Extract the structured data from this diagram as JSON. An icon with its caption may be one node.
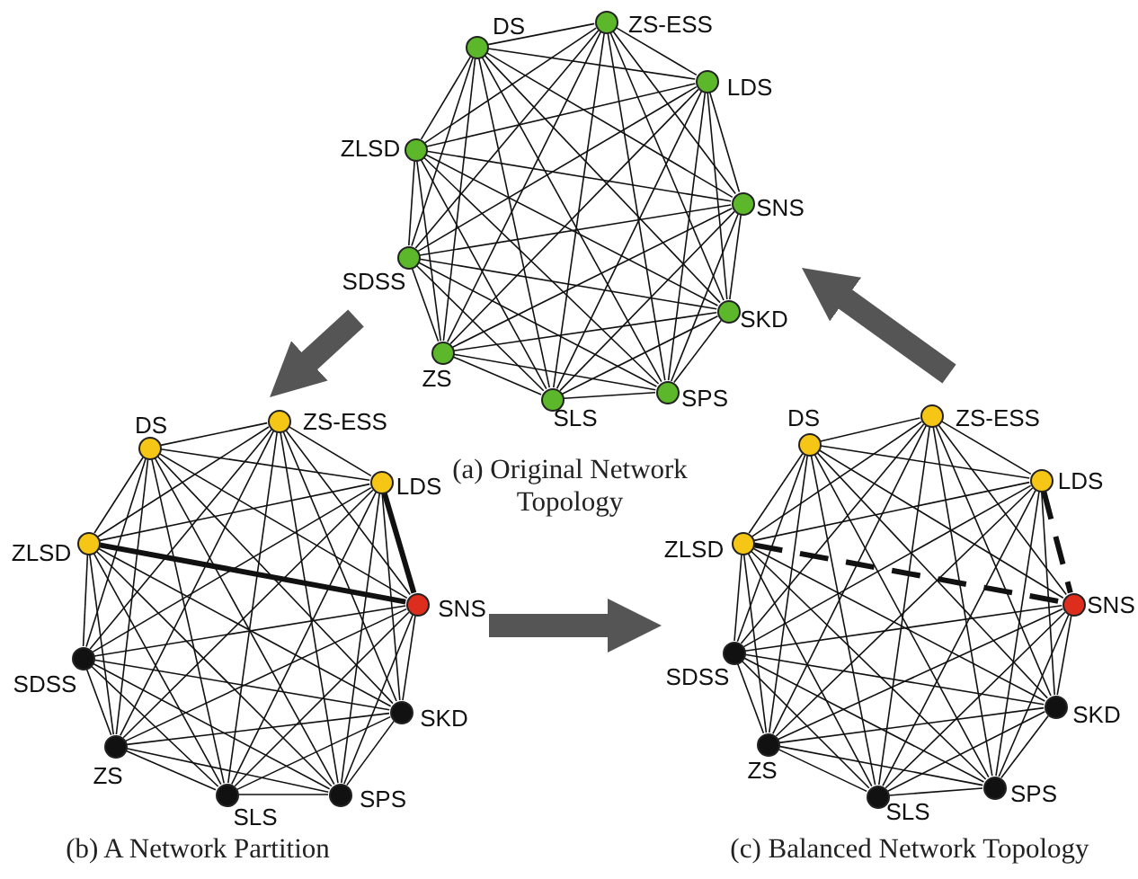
{
  "diagram": {
    "nodes": [
      {
        "text": [
          "(a) Original Network Topology"
        ]
      },
      {
        "text": [],
        "shape": "circle",
        "beside": [
          "DS"
        ],
        "in": 0
      },
      {
        "text": [],
        "shape": "circle",
        "beside": [
          "ZS-ESS"
        ],
        "in": 0
      },
      {
        "text": [],
        "shape": "circle",
        "beside": [
          "LDS"
        ],
        "in": 0
      },
      {
        "text": [],
        "shape": "circle",
        "beside": [
          "ZLSD"
        ],
        "in": 0
      },
      {
        "text": [],
        "shape": "circle",
        "beside": [
          "SNS"
        ],
        "in": 0
      },
      {
        "text": [],
        "shape": "circle",
        "beside": [
          "SDSS"
        ],
        "in": 0
      },
      {
        "text": [],
        "shape": "circle",
        "beside": [
          "SKD"
        ],
        "in": 0
      },
      {
        "text": [],
        "shape": "circle",
        "beside": [
          "ZS"
        ],
        "in": 0
      },
      {
        "text": [],
        "shape": "circle",
        "beside": [
          "SLS"
        ],
        "in": 0
      },
      {
        "text": [],
        "shape": "circle",
        "beside": [
          "SPS"
        ],
        "in": 0
      },
      {
        "text": [
          "(b) A Network Partition"
        ]
      },
      {
        "text": [],
        "shape": "circle",
        "beside": [
          "DS"
        ],
        "in": 11
      },
      {
        "text": [],
        "shape": "circle",
        "beside": [
          "ZS-ESS"
        ],
        "in": 11
      },
      {
        "text": [],
        "shape": "circle",
        "beside": [
          "LDS"
        ],
        "in": 11
      },
      {
        "text": [],
        "shape": "circle",
        "beside": [
          "ZLSD"
        ],
        "in": 11
      },
      {
        "text": [],
        "shape": "circle",
        "beside": [
          "SNS"
        ],
        "in": 11
      },
      {
        "text": [],
        "shape": "circle",
        "beside": [
          "SDSS"
        ],
        "in": 11
      },
      {
        "text": [],
        "shape": "circle",
        "beside": [
          "SKD"
        ],
        "in": 11
      },
      {
        "text": [],
        "shape": "circle",
        "beside": [
          "ZS"
        ],
        "in": 11
      },
      {
        "text": [],
        "shape": "circle",
        "beside": [
          "SLS"
        ],
        "in": 11
      },
      {
        "text": [],
        "shape": "circle",
        "beside": [
          "SPS"
        ],
        "in": 11
      },
      {
        "text": [
          "(c) Balanced Network Topology"
        ]
      },
      {
        "text": [],
        "shape": "circle",
        "beside": [
          "DS"
        ],
        "in": 22
      },
      {
        "text": [],
        "shape": "circle",
        "beside": [
          "ZS-ESS"
        ],
        "in": 22
      },
      {
        "text": [],
        "shape": "circle",
        "beside": [
          "LDS"
        ],
        "in": 22
      },
      {
        "text": [],
        "shape": "circle",
        "beside": [
          "ZLSD"
        ],
        "in": 22
      },
      {
        "text": [],
        "shape": "circle",
        "beside": [
          "SNS"
        ],
        "in": 22
      },
      {
        "text": [],
        "shape": "circle",
        "beside": [
          "SDSS"
        ],
        "in": 22
      },
      {
        "text": [],
        "shape": "circle",
        "beside": [
          "SKD"
        ],
        "in": 22
      },
      {
        "text": [],
        "shape": "circle",
        "beside": [
          "ZS"
        ],
        "in": 22
      },
      {
        "text": [],
        "shape": "circle",
        "beside": [
          "SLS"
        ],
        "in": 22
      },
      {
        "text": [],
        "shape": "circle",
        "beside": [
          "SPS"
        ],
        "in": 22
      }
    ],
    "edges": [
      {
        "from": 1,
        "to": 2,
        "arrow": "none"
      },
      {
        "from": 1,
        "to": 3,
        "arrow": "none"
      },
      {
        "from": 1,
        "to": 4,
        "arrow": "none"
      },
      {
        "from": 1,
        "to": 5,
        "arrow": "none"
      },
      {
        "from": 1,
        "to": 6,
        "arrow": "none"
      },
      {
        "from": 1,
        "to": 7,
        "arrow": "none"
      },
      {
        "from": 1,
        "to": 8,
        "arrow": "none"
      },
      {
        "from": 1,
        "to": 9,
        "arrow": "none"
      },
      {
        "from": 1,
        "to": 10,
        "arrow": "none"
      },
      {
        "from": 2,
        "to": 3,
        "arrow": "none"
      },
      {
        "from": 2,
        "to": 4,
        "arrow": "none"
      },
      {
        "from": 2,
        "to": 5,
        "arrow": "none"
      },
      {
        "from": 2,
        "to": 6,
        "arrow": "none"
      },
      {
        "from": 2,
        "to": 7,
        "arrow": "none"
      },
      {
        "from": 2,
        "to": 8,
        "arrow": "none"
      },
      {
        "from": 2,
        "to": 9,
        "arrow": "none"
      },
      {
        "from": 2,
        "to": 10,
        "arrow": "none"
      },
      {
        "from": 3,
        "to": 4,
        "arrow": "none"
      },
      {
        "from": 3,
        "to": 5,
        "arrow": "none"
      },
      {
        "from": 3,
        "to": 6,
        "arrow": "none"
      },
      {
        "from": 3,
        "to": 7,
        "arrow": "none"
      },
      {
        "from": 3,
        "to": 8,
        "arrow": "none"
      },
      {
        "from": 3,
        "to": 9,
        "arrow": "none"
      },
      {
        "from": 3,
        "to": 10,
        "arrow": "none"
      },
      {
        "from": 4,
        "to": 5,
        "arrow": "none"
      },
      {
        "from": 4,
        "to": 6,
        "arrow": "none"
      },
      {
        "from": 4,
        "to": 7,
        "arrow": "none"
      },
      {
        "from": 4,
        "to": 8,
        "arrow": "none"
      },
      {
        "from": 4,
        "to": 9,
        "arrow": "none"
      },
      {
        "from": 4,
        "to": 10,
        "arrow": "none"
      },
      {
        "from": 5,
        "to": 6,
        "arrow": "none"
      },
      {
        "from": 5,
        "to": 7,
        "arrow": "none"
      },
      {
        "from": 5,
        "to": 8,
        "arrow": "none"
      },
      {
        "from": 5,
        "to": 9,
        "arrow": "none"
      },
      {
        "from": 5,
        "to": 10,
        "arrow": "none"
      },
      {
        "from": 6,
        "to": 7,
        "arrow": "none"
      },
      {
        "from": 6,
        "to": 8,
        "arrow": "none"
      },
      {
        "from": 6,
        "to": 9,
        "arrow": "none"
      },
      {
        "from": 6,
        "to": 10,
        "arrow": "none"
      },
      {
        "from": 7,
        "to": 8,
        "arrow": "none"
      },
      {
        "from": 7,
        "to": 9,
        "arrow": "none"
      },
      {
        "from": 7,
        "to": 10,
        "arrow": "none"
      },
      {
        "from": 8,
        "to": 9,
        "arrow": "none"
      },
      {
        "from": 8,
        "to": 10,
        "arrow": "none"
      },
      {
        "from": 9,
        "to": 10,
        "arrow": "none"
      },
      {
        "from": 12,
        "to": 13,
        "arrow": "none"
      },
      {
        "from": 12,
        "to": 14,
        "arrow": "none"
      },
      {
        "from": 12,
        "to": 15,
        "arrow": "none"
      },
      {
        "from": 12,
        "to": 16,
        "arrow": "none"
      },
      {
        "from": 12,
        "to": 17,
        "arrow": "none"
      },
      {
        "from": 12,
        "to": 18,
        "arrow": "none"
      },
      {
        "from": 12,
        "to": 19,
        "arrow": "none"
      },
      {
        "from": 12,
        "to": 20,
        "arrow": "none"
      },
      {
        "from": 12,
        "to": 21,
        "arrow": "none"
      },
      {
        "from": 13,
        "to": 14,
        "arrow": "none"
      },
      {
        "from": 13,
        "to": 15,
        "arrow": "none"
      },
      {
        "from": 13,
        "to": 16,
        "arrow": "none"
      },
      {
        "from": 13,
        "to": 17,
        "arrow": "none"
      },
      {
        "from": 13,
        "to": 18,
        "arrow": "none"
      },
      {
        "from": 13,
        "to": 19,
        "arrow": "none"
      },
      {
        "from": 13,
        "to": 20,
        "arrow": "none"
      },
      {
        "from": 13,
        "to": 21,
        "arrow": "none"
      },
      {
        "from": 14,
        "to": 15,
        "arrow": "none"
      },
      {
        "from": 14,
        "to": 16,
        "arrow": "none",
        "style": "thick"
      },
      {
        "from": 14,
        "to": 17,
        "arrow": "none"
      },
      {
        "from": 14,
        "to": 18,
        "arrow": "none"
      },
      {
        "from": 14,
        "to": 19,
        "arrow": "none"
      },
      {
        "from": 14,
        "to": 20,
        "arrow": "none"
      },
      {
        "from": 14,
        "to": 21,
        "arrow": "none"
      },
      {
        "from": 15,
        "to": 16,
        "arrow": "none",
        "style": "thick"
      },
      {
        "from": 15,
        "to": 17,
        "arrow": "none"
      },
      {
        "from": 15,
        "to": 18,
        "arrow": "none"
      },
      {
        "from": 15,
        "to": 19,
        "arrow": "none"
      },
      {
        "from": 15,
        "to": 20,
        "arrow": "none"
      },
      {
        "from": 15,
        "to": 21,
        "arrow": "none"
      },
      {
        "from": 16,
        "to": 17,
        "arrow": "none"
      },
      {
        "from": 16,
        "to": 18,
        "arrow": "none"
      },
      {
        "from": 16,
        "to": 19,
        "arrow": "none"
      },
      {
        "from": 16,
        "to": 20,
        "arrow": "none"
      },
      {
        "from": 16,
        "to": 21,
        "arrow": "none"
      },
      {
        "from": 17,
        "to": 18,
        "arrow": "none"
      },
      {
        "from": 17,
        "to": 19,
        "arrow": "none"
      },
      {
        "from": 17,
        "to": 20,
        "arrow": "none"
      },
      {
        "from": 17,
        "to": 21,
        "arrow": "none"
      },
      {
        "from": 18,
        "to": 19,
        "arrow": "none"
      },
      {
        "from": 18,
        "to": 20,
        "arrow": "none"
      },
      {
        "from": 18,
        "to": 21,
        "arrow": "none"
      },
      {
        "from": 19,
        "to": 20,
        "arrow": "none"
      },
      {
        "from": 19,
        "to": 21,
        "arrow": "none"
      },
      {
        "from": 20,
        "to": 21,
        "arrow": "none"
      },
      {
        "from": 23,
        "to": 24,
        "arrow": "none"
      },
      {
        "from": 23,
        "to": 25,
        "arrow": "none"
      },
      {
        "from": 23,
        "to": 26,
        "arrow": "none"
      },
      {
        "from": 23,
        "to": 27,
        "arrow": "none"
      },
      {
        "from": 23,
        "to": 28,
        "arrow": "none"
      },
      {
        "from": 23,
        "to": 29,
        "arrow": "none"
      },
      {
        "from": 23,
        "to": 30,
        "arrow": "none"
      },
      {
        "from": 23,
        "to": 31,
        "arrow": "none"
      },
      {
        "from": 23,
        "to": 32,
        "arrow": "none"
      },
      {
        "from": 24,
        "to": 25,
        "arrow": "none"
      },
      {
        "from": 24,
        "to": 26,
        "arrow": "none"
      },
      {
        "from": 24,
        "to": 27,
        "arrow": "none"
      },
      {
        "from": 24,
        "to": 28,
        "arrow": "none"
      },
      {
        "from": 24,
        "to": 29,
        "arrow": "none"
      },
      {
        "from": 24,
        "to": 30,
        "arrow": "none"
      },
      {
        "from": 24,
        "to": 31,
        "arrow": "none"
      },
      {
        "from": 24,
        "to": 32,
        "arrow": "none"
      },
      {
        "from": 25,
        "to": 26,
        "arrow": "none"
      },
      {
        "from": 25,
        "to": 27,
        "arrow": "none",
        "style": "dashed"
      },
      {
        "from": 25,
        "to": 28,
        "arrow": "none"
      },
      {
        "from": 25,
        "to": 29,
        "arrow": "none"
      },
      {
        "from": 25,
        "to": 30,
        "arrow": "none"
      },
      {
        "from": 25,
        "to": 31,
        "arrow": "none"
      },
      {
        "from": 25,
        "to": 32,
        "arrow": "none"
      },
      {
        "from": 26,
        "to": 27,
        "arrow": "none",
        "style": "dashed"
      },
      {
        "from": 26,
        "to": 28,
        "arrow": "none"
      },
      {
        "from": 26,
        "to": 29,
        "arrow": "none"
      },
      {
        "from": 26,
        "to": 30,
        "arrow": "none"
      },
      {
        "from": 26,
        "to": 31,
        "arrow": "none"
      },
      {
        "from": 26,
        "to": 32,
        "arrow": "none"
      },
      {
        "from": 27,
        "to": 28,
        "arrow": "none"
      },
      {
        "from": 27,
        "to": 29,
        "arrow": "none"
      },
      {
        "from": 27,
        "to": 30,
        "arrow": "none"
      },
      {
        "from": 27,
        "to": 31,
        "arrow": "none"
      },
      {
        "from": 27,
        "to": 32,
        "arrow": "none"
      },
      {
        "from": 28,
        "to": 29,
        "arrow": "none"
      },
      {
        "from": 28,
        "to": 30,
        "arrow": "none"
      },
      {
        "from": 28,
        "to": 31,
        "arrow": "none"
      },
      {
        "from": 28,
        "to": 32,
        "arrow": "none"
      },
      {
        "from": 29,
        "to": 30,
        "arrow": "none"
      },
      {
        "from": 29,
        "to": 31,
        "arrow": "none"
      },
      {
        "from": 29,
        "to": 32,
        "arrow": "none"
      },
      {
        "from": 30,
        "to": 31,
        "arrow": "none"
      },
      {
        "from": 30,
        "to": 32,
        "arrow": "none"
      },
      {
        "from": 31,
        "to": 32,
        "arrow": "none"
      },
      {
        "from": 0,
        "to": 11,
        "arrow": "to",
        "style": "thick",
        "color": "#555555"
      },
      {
        "from": 11,
        "to": 22,
        "arrow": "to",
        "style": "thick",
        "color": "#555555"
      },
      {
        "from": 22,
        "to": 0,
        "arrow": "to",
        "style": "thick",
        "color": "#555555"
      }
    ]
  }
}
